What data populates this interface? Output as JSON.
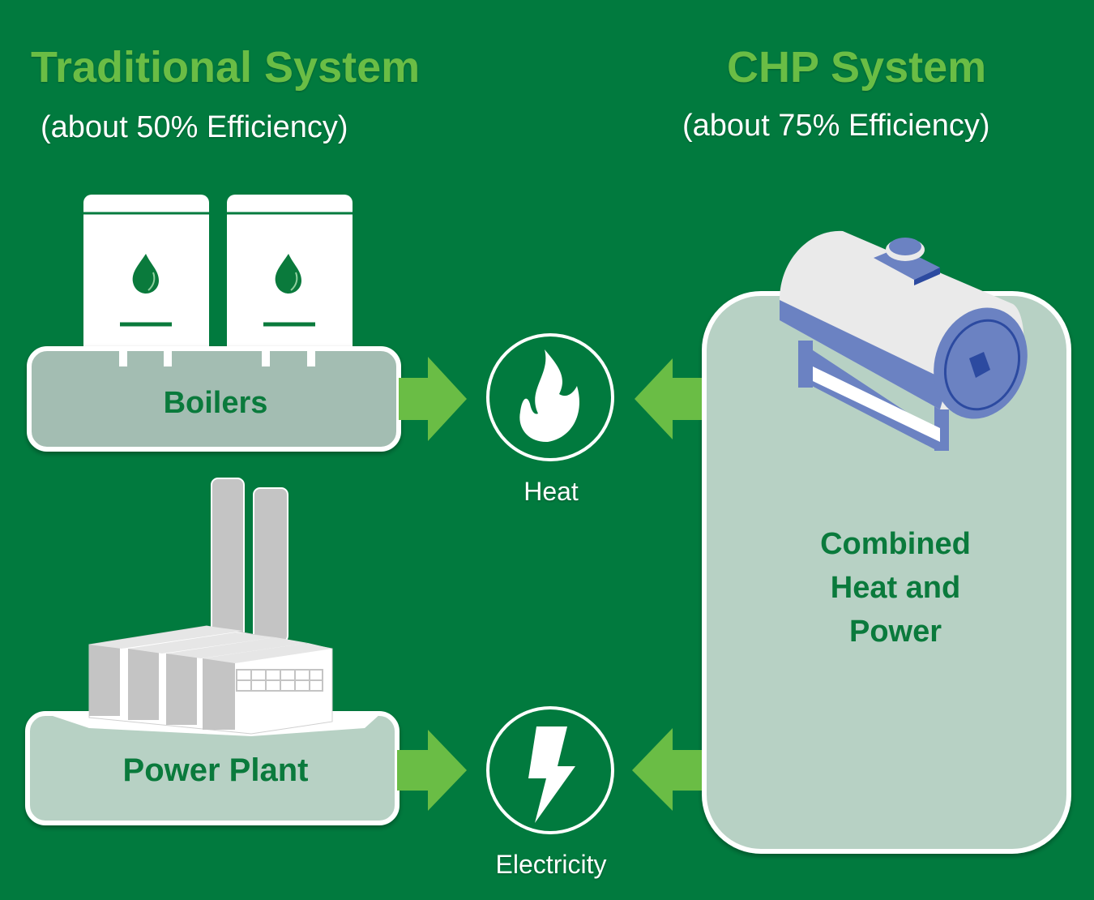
{
  "colors": {
    "background": "#017a3e",
    "title_green": "#6abd45",
    "arrow_green": "#6abd45",
    "panel_fill": "#b7d1c4",
    "boiler_panel_fill": "#a3bdb2",
    "label_green": "#0a7a3c",
    "chp_unit_blue": "#6b82c2",
    "chp_unit_dark_blue": "#2c4aa0",
    "chp_unit_body": "#eaeaea",
    "plant_gray": "#c4c4c4"
  },
  "traditional": {
    "title": "Traditional System",
    "subtitle": "(about 50% Efficiency)",
    "efficiency_percent": 50,
    "boilers_label": "Boilers",
    "power_plant_label": "Power Plant"
  },
  "chp": {
    "title": "CHP System",
    "subtitle": "(about 75% Efficiency)",
    "efficiency_percent": 75,
    "label_lines": [
      "Combined",
      "Heat and",
      "Power"
    ]
  },
  "outputs": {
    "heat": {
      "label": "Heat",
      "icon": "flame-icon"
    },
    "electricity": {
      "label": "Electricity",
      "icon": "lightning-bolt-icon"
    }
  }
}
